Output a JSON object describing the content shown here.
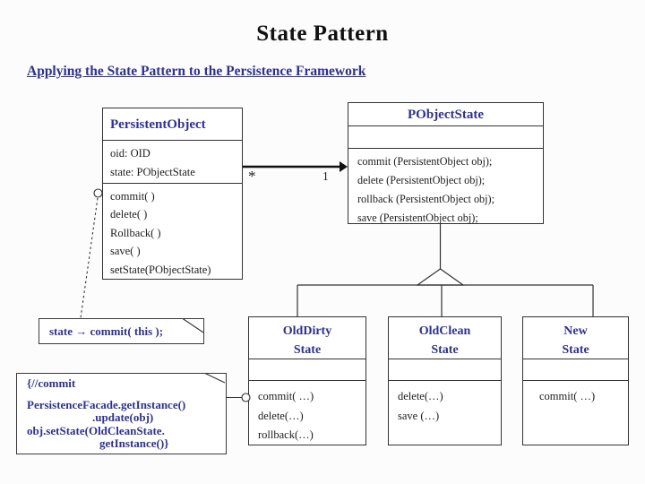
{
  "slide": {
    "title": "State Pattern",
    "subtitle": "Applying the State Pattern to the Persistence Framework"
  },
  "colors": {
    "accent_navy": "#2e3191",
    "text_black": "#1c1c1c",
    "line_black": "#333333",
    "background": "#fcfcfc"
  },
  "classes": {
    "persistent_object": {
      "name": "PersistentObject",
      "attributes": [
        "oid: OID",
        "state: PObjectState"
      ],
      "methods": [
        "commit( )",
        "delete( )",
        "Rollback( )",
        "save( )",
        "setState(PObjectState)"
      ]
    },
    "pobject_state": {
      "name": "PObjectState",
      "attributes": [],
      "methods": [
        "commit (PersistentObject obj);",
        "delete (PersistentObject obj);",
        "rollback (PersistentObject obj);",
        "save (PersistentObject obj);"
      ]
    },
    "old_dirty_state": {
      "name_line1": "OldDirty",
      "name_line2": "State",
      "methods": [
        "commit( …)",
        "delete(…)",
        "rollback(…)"
      ]
    },
    "old_clean_state": {
      "name_line1": "OldClean",
      "name_line2": "State",
      "methods": [
        "delete(…)",
        "save (…)"
      ]
    },
    "new_state": {
      "name_line1": "New",
      "name_line2": "State",
      "methods": [
        "commit( …)"
      ]
    }
  },
  "association": {
    "from_multiplicity": "*",
    "to_multiplicity": "1"
  },
  "notes": {
    "state_commit": "state → commit( this );",
    "commit_code_line1": "{//commit",
    "commit_code_line2": "PersistenceFacade.getInstance()",
    "commit_code_line3": ".update(obj)",
    "commit_code_line4": "obj.setState(OldCleanState.",
    "commit_code_line5": "getInstance()}"
  }
}
